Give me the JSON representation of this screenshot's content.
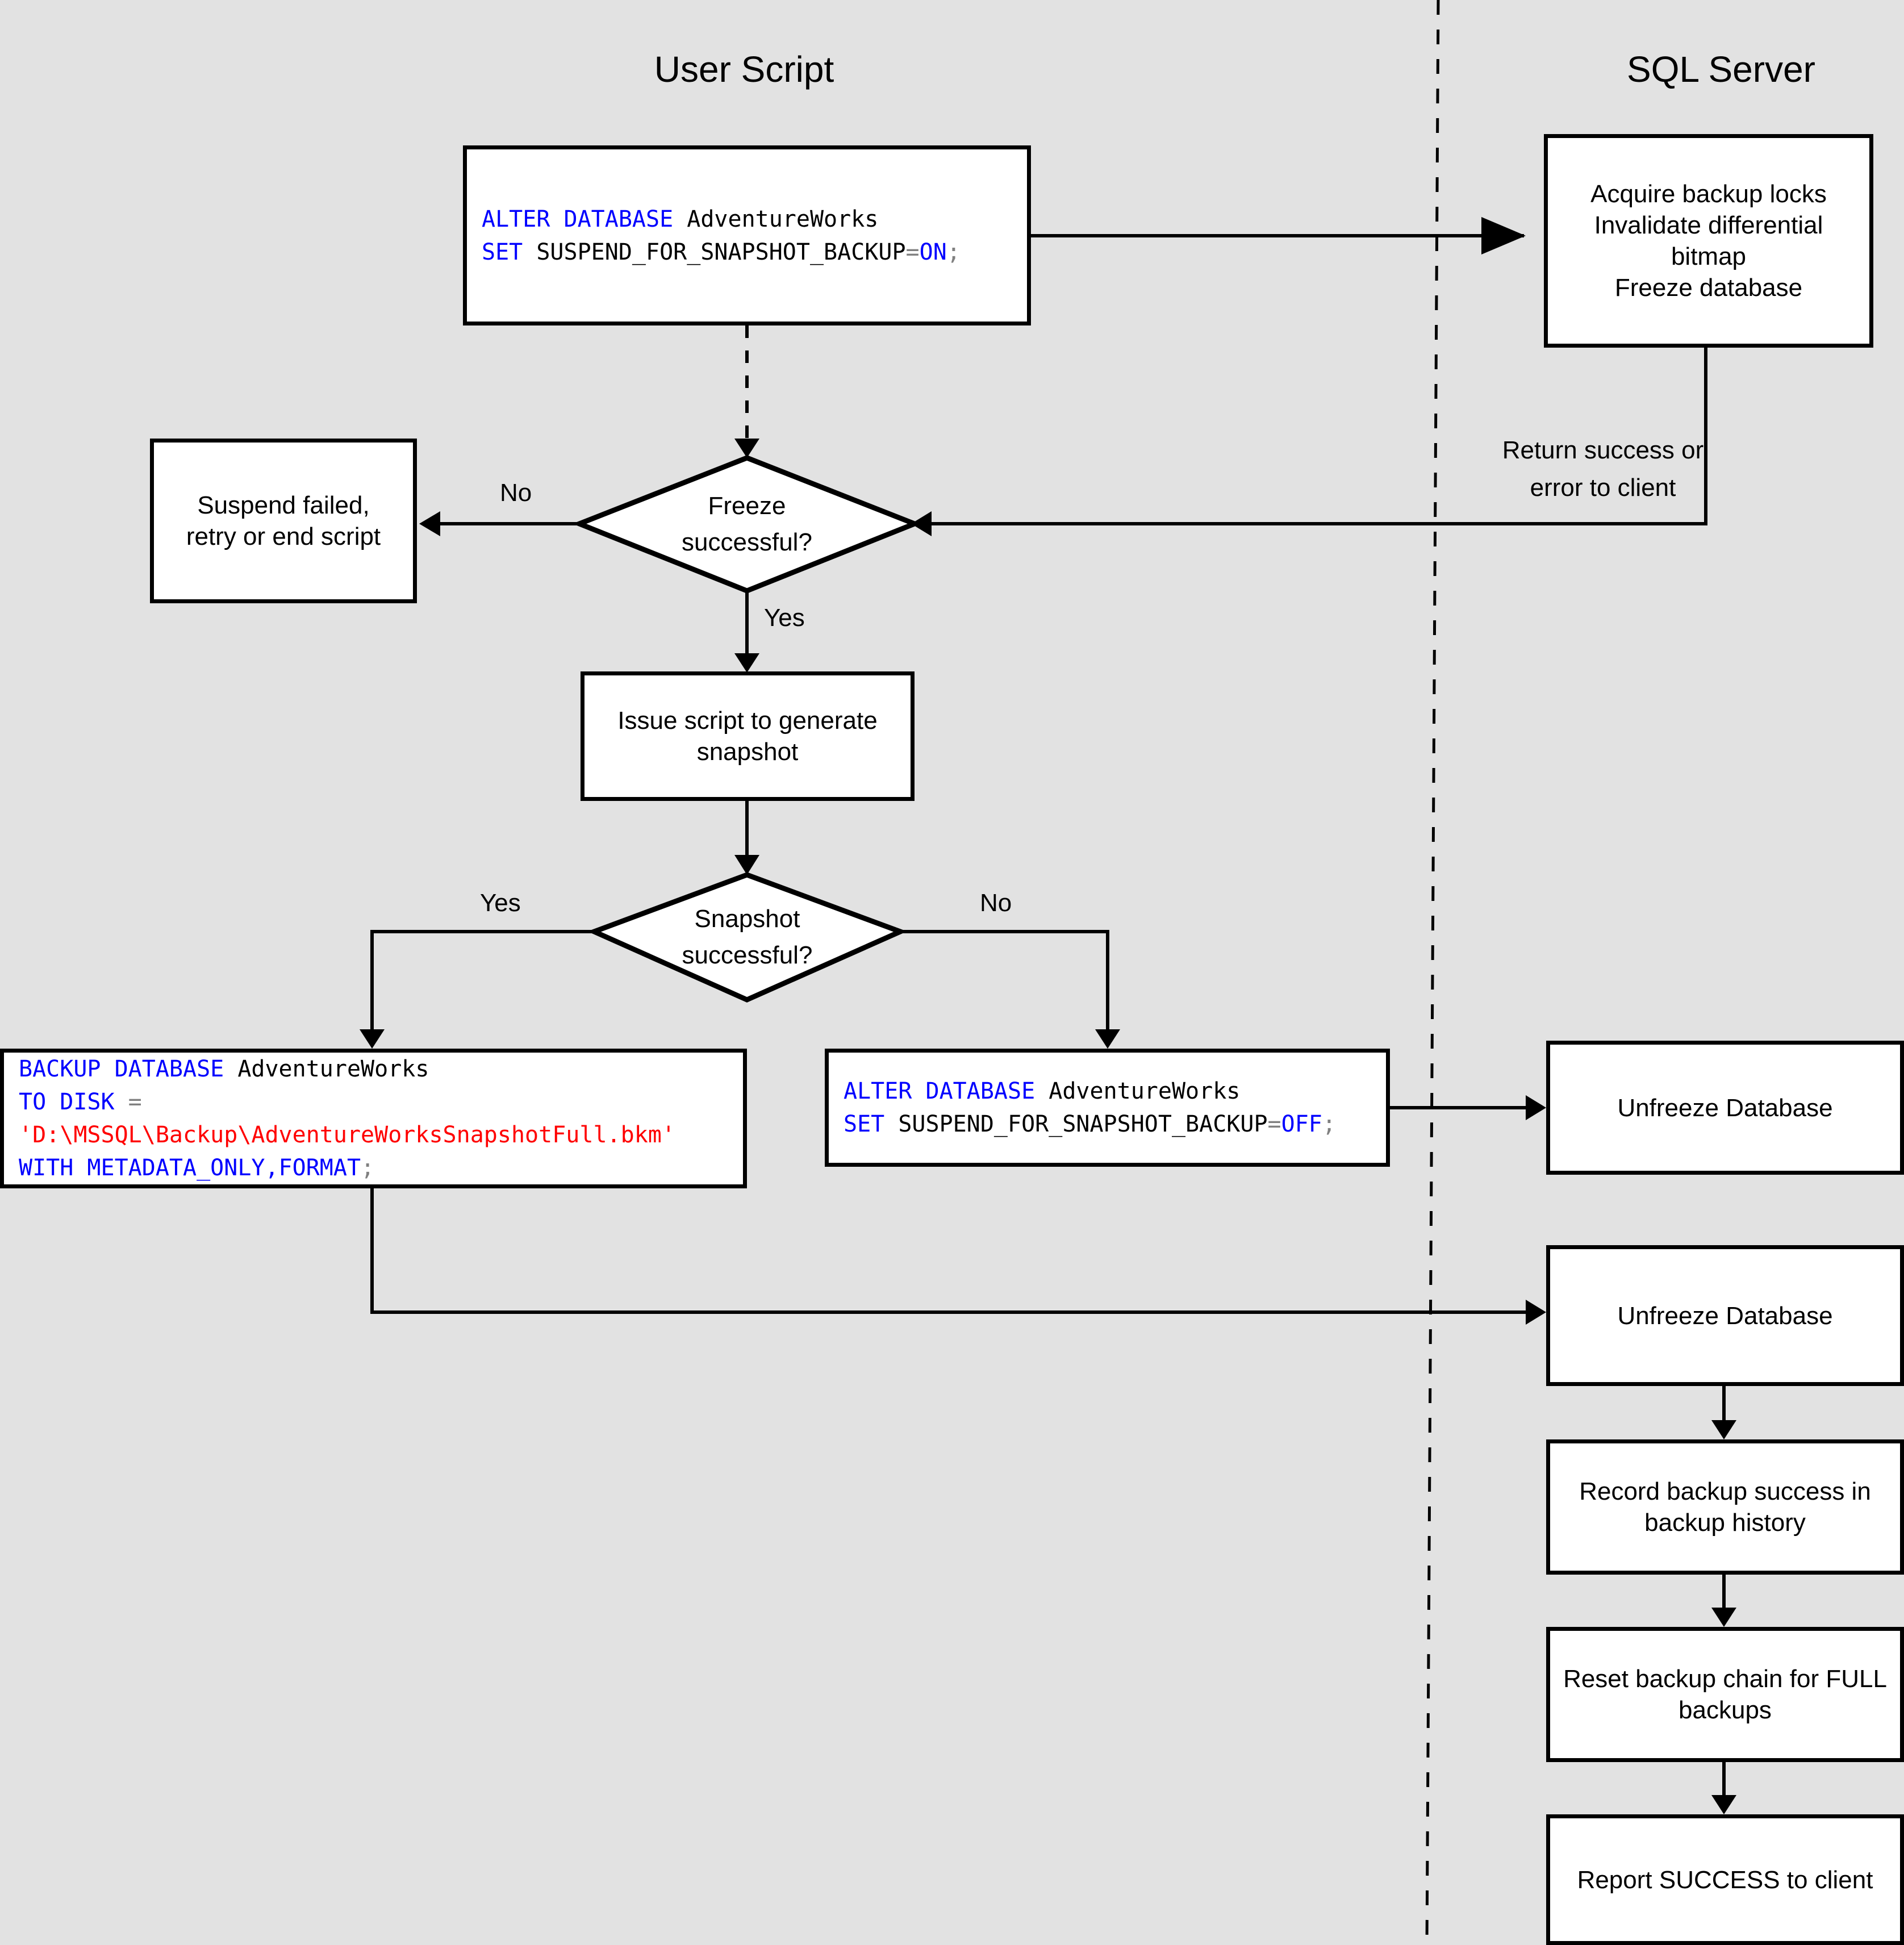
{
  "diagram": {
    "title_left": "User Script",
    "title_right": "SQL Server",
    "background_color": "#e2e2e2",
    "node_fill": "#ffffff",
    "node_stroke": "#000000",
    "keyword_color": "#0000ff",
    "string_color": "#ff0000",
    "operator_color": "#808080"
  },
  "lanes": [
    {
      "name": "user-script",
      "label": "User Script"
    },
    {
      "name": "sql-server",
      "label": "SQL Server"
    }
  ],
  "nodes": {
    "alter_on": {
      "type": "code",
      "lines": [
        {
          "parts": [
            {
              "t": "ALTER DATABASE ",
              "c": "kw"
            },
            {
              "t": "AdventureWorks",
              "c": "pl"
            }
          ]
        },
        {
          "parts": [
            {
              "t": "SET ",
              "c": "kw"
            },
            {
              "t": "SUSPEND_FOR_SNAPSHOT_BACKUP",
              "c": "pl"
            },
            {
              "t": "=",
              "c": "op"
            },
            {
              "t": "ON",
              "c": "kw"
            },
            {
              "t": ";",
              "c": "semi"
            }
          ]
        }
      ],
      "plain": "ALTER DATABASE AdventureWorks\nSET SUSPEND_FOR_SNAPSHOT_BACKUP=ON;"
    },
    "acquire_locks": {
      "type": "process",
      "label": "Acquire backup locks\nInvalidate differential\nbitmap\nFreeze database",
      "lines": [
        "Acquire backup locks",
        "Invalidate differential",
        "bitmap",
        "Freeze database"
      ]
    },
    "freeze_successful": {
      "type": "decision",
      "lines": [
        "Freeze",
        "successful?"
      ]
    },
    "suspend_failed": {
      "type": "process",
      "lines": [
        "Suspend failed,",
        "retry or end script"
      ]
    },
    "issue_script": {
      "type": "process",
      "lines": [
        "Issue script to generate",
        "snapshot"
      ]
    },
    "snapshot_successful": {
      "type": "decision",
      "lines": [
        "Snapshot",
        "successful?"
      ]
    },
    "backup_database": {
      "type": "code",
      "lines": [
        {
          "parts": [
            {
              "t": "BACKUP DATABASE ",
              "c": "kw"
            },
            {
              "t": "AdventureWorks",
              "c": "pl"
            }
          ]
        },
        {
          "parts": [
            {
              "t": "TO DISK ",
              "c": "kw"
            },
            {
              "t": "=",
              "c": "op"
            }
          ]
        },
        {
          "parts": [
            {
              "t": "'D:\\MSSQL\\Backup\\AdventureWorksSnapshotFull.bkm'",
              "c": "str"
            }
          ]
        },
        {
          "parts": [
            {
              "t": "WITH METADATA_ONLY,FORMAT",
              "c": "kw"
            },
            {
              "t": ";",
              "c": "semi"
            }
          ]
        }
      ],
      "plain": "BACKUP DATABASE AdventureWorks\nTO DISK =\n'D:\\MSSQL\\Backup\\AdventureWorksSnapshotFull.bkm'\nWITH METADATA_ONLY,FORMAT;"
    },
    "alter_off": {
      "type": "code",
      "lines": [
        {
          "parts": [
            {
              "t": "ALTER DATABASE ",
              "c": "kw"
            },
            {
              "t": "AdventureWorks",
              "c": "pl"
            }
          ]
        },
        {
          "parts": [
            {
              "t": "SET ",
              "c": "kw"
            },
            {
              "t": "SUSPEND_FOR_SNAPSHOT_BACKUP",
              "c": "pl"
            },
            {
              "t": "=",
              "c": "op"
            },
            {
              "t": "OFF",
              "c": "kw"
            },
            {
              "t": ";",
              "c": "semi"
            }
          ]
        }
      ],
      "plain": "ALTER DATABASE AdventureWorks\nSET SUSPEND_FOR_SNAPSHOT_BACKUP=OFF;"
    },
    "unfreeze_1": {
      "type": "process",
      "lines": [
        "Unfreeze Database"
      ]
    },
    "unfreeze_2": {
      "type": "process",
      "lines": [
        "Unfreeze Database"
      ]
    },
    "record_backup": {
      "type": "process",
      "lines": [
        "Record backup success in",
        "backup history"
      ]
    },
    "reset_chain": {
      "type": "process",
      "lines": [
        "Reset backup chain for FULL",
        "backups"
      ]
    },
    "report_success": {
      "type": "process",
      "lines": [
        "Report SUCCESS to client"
      ]
    }
  },
  "edge_labels": {
    "freeze_no": "No",
    "freeze_yes": "Yes",
    "snapshot_yes": "Yes",
    "snapshot_no": "No",
    "return_note_line1": "Return success or",
    "return_note_line2": "error to client"
  }
}
